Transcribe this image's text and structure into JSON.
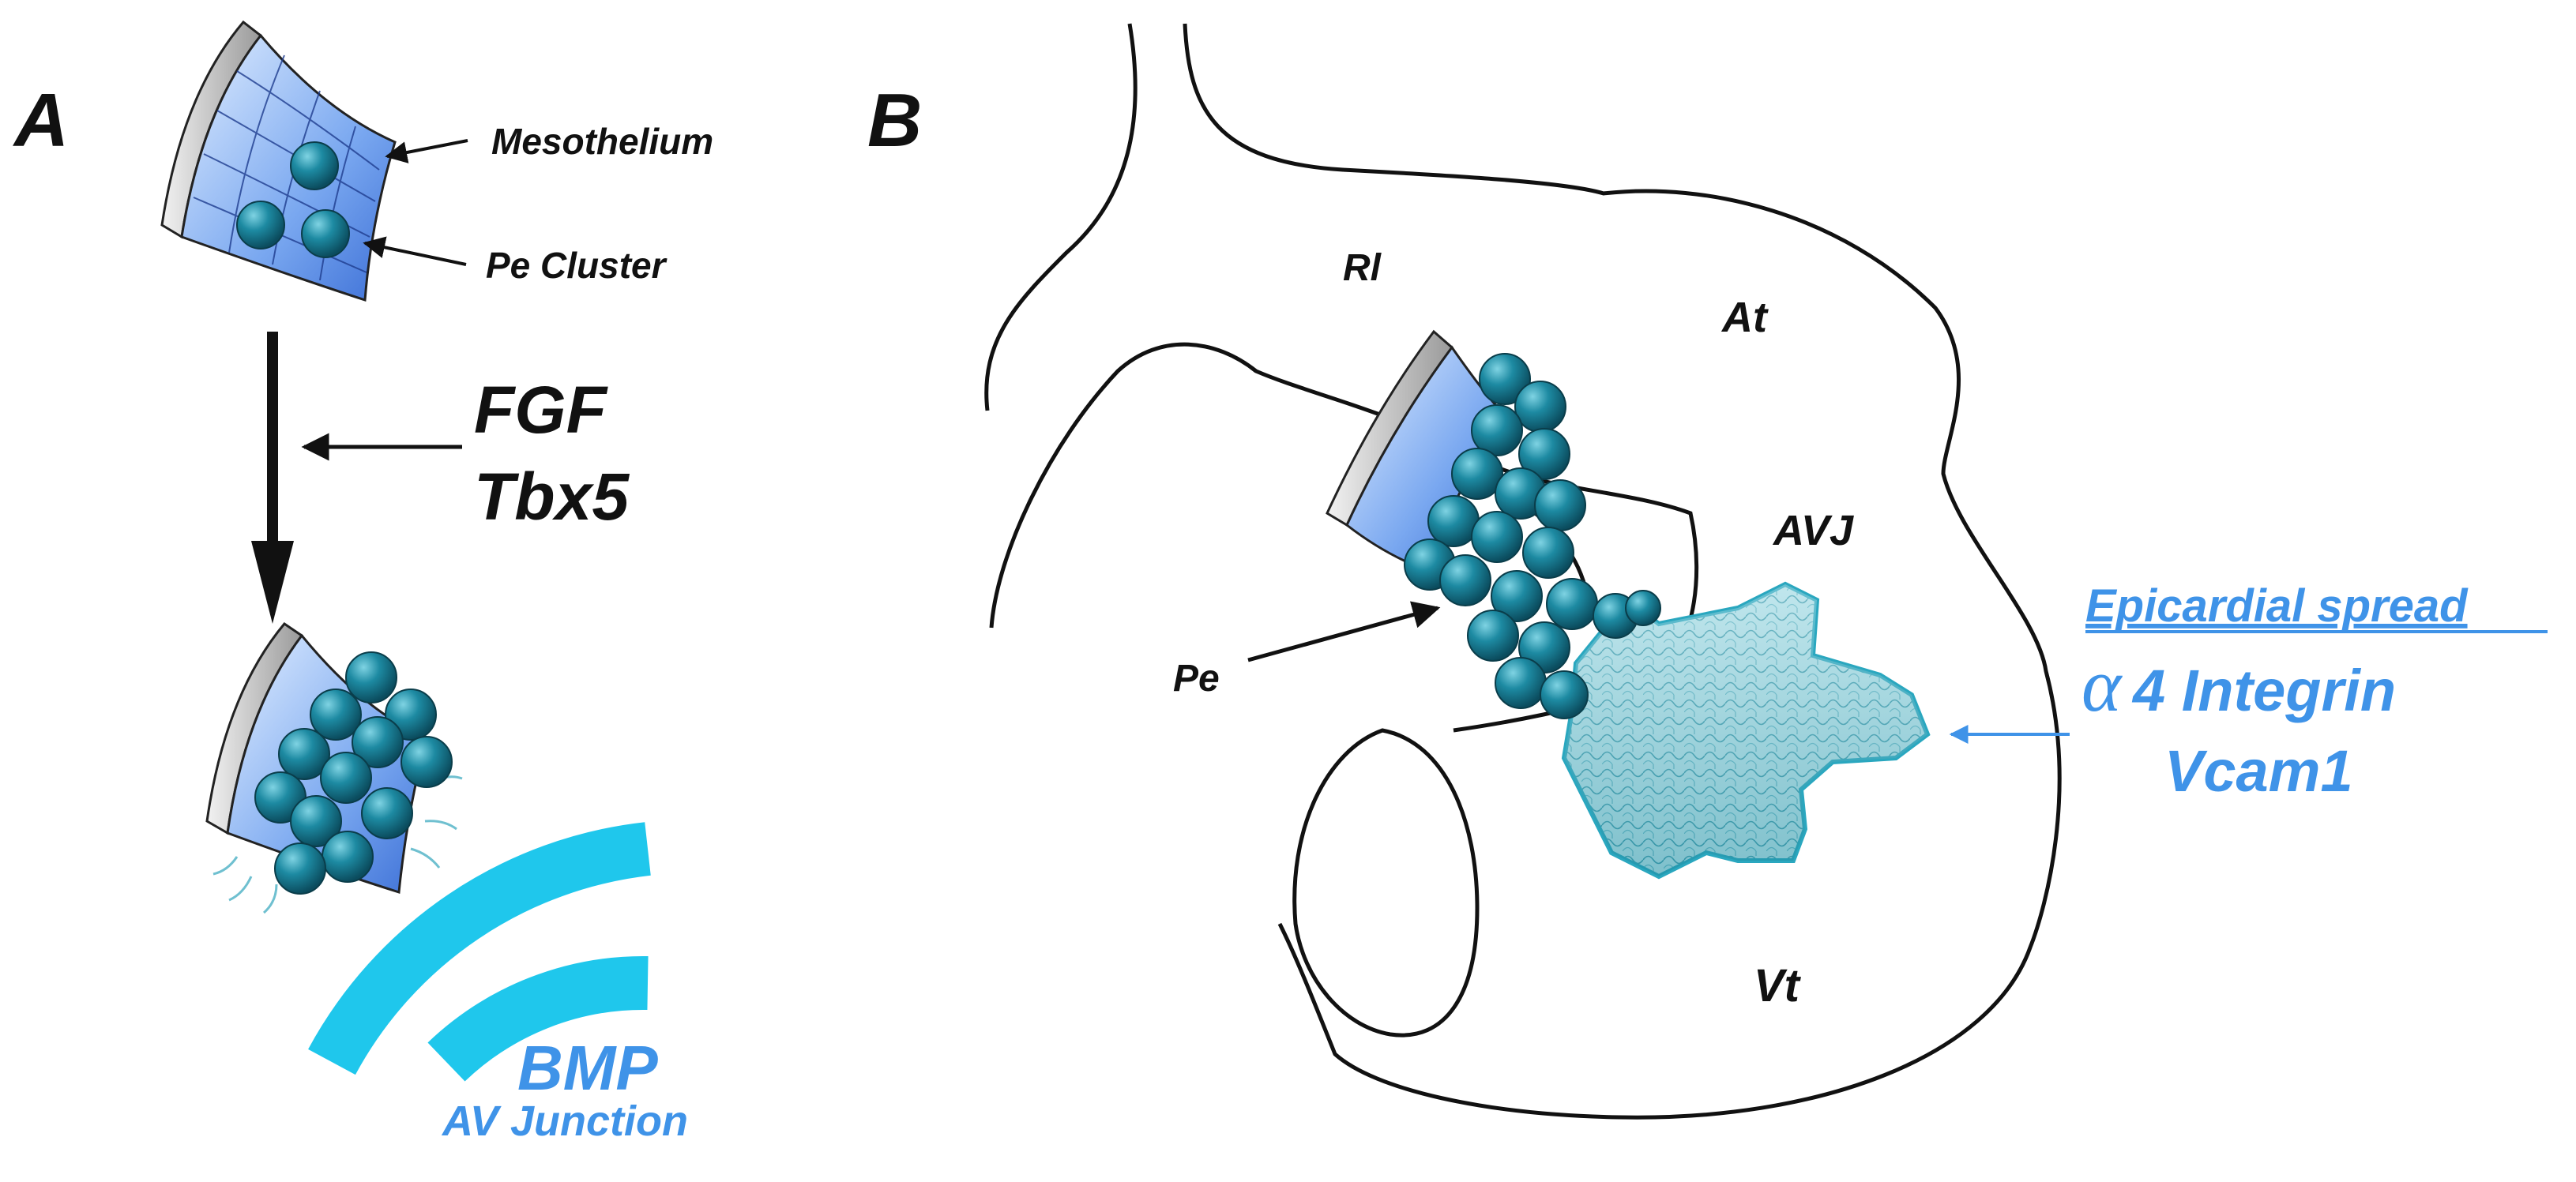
{
  "panel_a": {
    "letter": "A",
    "mesothelium_label": "Mesothelium",
    "pe_cluster_label": "Pe Cluster",
    "signal_1": "FGF",
    "signal_2": "Tbx5",
    "bmp_label": "BMP",
    "av_junction_label": "AV Junction"
  },
  "panel_b": {
    "letter": "B",
    "rl_label": "Rl",
    "at_label": "At",
    "avj_label": "AVJ",
    "pe_label": "Pe",
    "vt_label": "Vt",
    "spread_title": "Epicardial spread",
    "alpha_symbol": "α",
    "integrin_label": "4 Integrin",
    "vcam_label": "Vcam1"
  },
  "colors": {
    "cell": "#1d7f96",
    "mesothelium": "#5b8ee6",
    "bmp_arc": "#1fc7ec",
    "annotation_blue": "#3f93e8",
    "epicardium": "#7cc6d3"
  }
}
